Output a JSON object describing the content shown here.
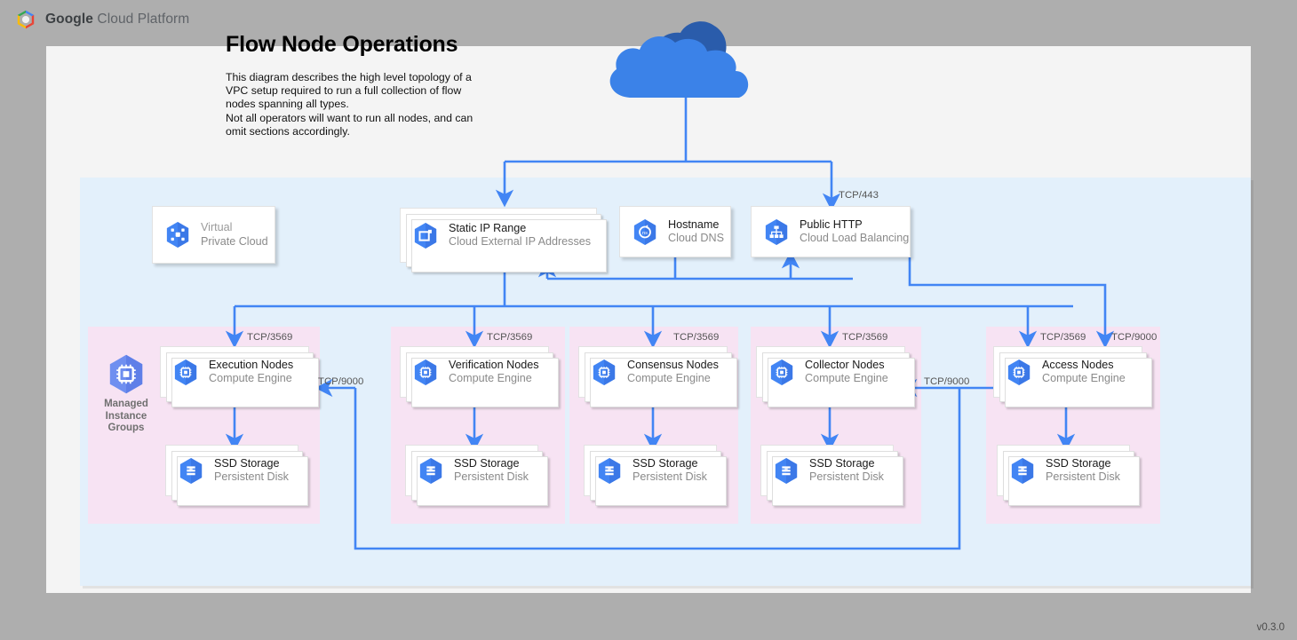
{
  "brand": {
    "logo_icon": "google-cloud-hexagon-logo",
    "name_bold": "Google",
    "name_rest": " Cloud Platform"
  },
  "header": {
    "title": "Flow Node Operations",
    "description_lines": [
      "This diagram describes the high level topology of a",
      "VPC setup required to run a full collection of flow",
      "nodes spanning all types.",
      "Not all operators will want to run all nodes, and can",
      "omit sections accordingly."
    ]
  },
  "footer": {
    "version": "v0.3.0"
  },
  "colors": {
    "page_background": "#aeaeae",
    "canvas": "#f4f4f4",
    "vpc_region": "#e3f0fb",
    "group_region": "#f7e3f3",
    "edge": "#4285f4",
    "icon_blue": "#4285f4",
    "icon_blue_dark": "#3367d6",
    "cloud_top": "#2a5cab",
    "cloud_body": "#3b82e8",
    "text_primary": "#1a1a1a",
    "text_secondary": "#8a8a8a",
    "port_label": "#555555"
  },
  "internet": {
    "icon": "cloud-icon",
    "label": ""
  },
  "vpc_region": {
    "label": "Virtual Private Cloud"
  },
  "top_nodes": [
    {
      "icon": "vpc-icon",
      "title": "Virtual",
      "subtitle": "Private Cloud",
      "muted": true
    },
    {
      "icon": "static-ip-icon",
      "title": "Static IP Range",
      "subtitle": "Cloud External IP Addresses",
      "muted": false
    },
    {
      "icon": "cloud-dns-icon",
      "title": "Hostname",
      "subtitle": "Cloud DNS",
      "muted": false
    },
    {
      "icon": "load-balancing-icon",
      "title": "Public HTTP",
      "subtitle": "Cloud Load Balancing",
      "muted": false
    }
  ],
  "group_side_label": {
    "icon": "managed-instance-groups-icon",
    "lines": [
      "Managed",
      "Instance",
      "Groups"
    ]
  },
  "node_groups": [
    {
      "compute": {
        "icon": "compute-engine-icon",
        "title": "Execution Nodes",
        "subtitle": "Compute Engine"
      },
      "storage": {
        "icon": "persistent-disk-icon",
        "title": "SSD Storage",
        "subtitle": "Persistent Disk"
      }
    },
    {
      "compute": {
        "icon": "compute-engine-icon",
        "title": "Verification Nodes",
        "subtitle": "Compute Engine"
      },
      "storage": {
        "icon": "persistent-disk-icon",
        "title": "SSD Storage",
        "subtitle": "Persistent Disk"
      }
    },
    {
      "compute": {
        "icon": "compute-engine-icon",
        "title": "Consensus Nodes",
        "subtitle": "Compute Engine"
      },
      "storage": {
        "icon": "persistent-disk-icon",
        "title": "SSD Storage",
        "subtitle": "Persistent Disk"
      }
    },
    {
      "compute": {
        "icon": "compute-engine-icon",
        "title": "Collector Nodes",
        "subtitle": "Compute Engine"
      },
      "storage": {
        "icon": "persistent-disk-icon",
        "title": "SSD Storage",
        "subtitle": "Persistent Disk"
      }
    },
    {
      "compute": {
        "icon": "compute-engine-icon",
        "title": "Access Nodes",
        "subtitle": "Compute Engine"
      },
      "storage": {
        "icon": "persistent-disk-icon",
        "title": "SSD Storage",
        "subtitle": "Persistent Disk"
      }
    }
  ],
  "port_labels": [
    {
      "id": "lb-443",
      "text": "TCP/443"
    },
    {
      "id": "exec-3569",
      "text": "TCP/3569"
    },
    {
      "id": "verif-3569",
      "text": "TCP/3569"
    },
    {
      "id": "consensus-3569",
      "text": "TCP/3569"
    },
    {
      "id": "collector-3569",
      "text": "TCP/3569"
    },
    {
      "id": "access-3569",
      "text": "TCP/3569"
    },
    {
      "id": "access-9000",
      "text": "TCP/9000"
    },
    {
      "id": "exec-9000",
      "text": "TCP/9000"
    },
    {
      "id": "collector-9000",
      "text": "TCP/9000"
    }
  ]
}
